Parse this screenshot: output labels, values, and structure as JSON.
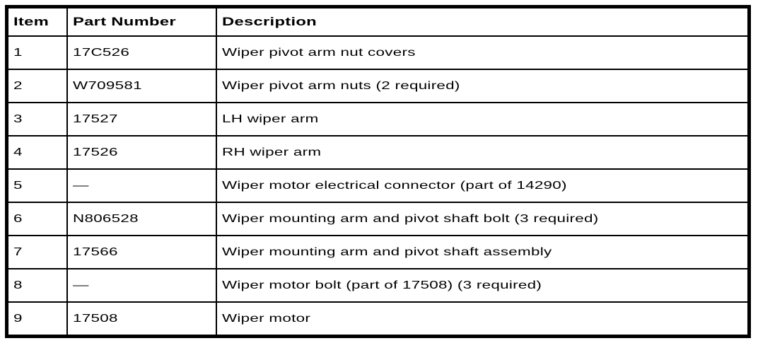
{
  "table": {
    "columns": [
      "Item",
      "Part Number",
      "Description"
    ],
    "rows": [
      {
        "item": "1",
        "part_number": "17C526",
        "description": "Wiper pivot arm nut covers"
      },
      {
        "item": "2",
        "part_number": "W709581",
        "description": "Wiper pivot arm nuts (2 required)"
      },
      {
        "item": "3",
        "part_number": "17527",
        "description": "LH wiper arm"
      },
      {
        "item": "4",
        "part_number": "17526",
        "description": "RH wiper arm"
      },
      {
        "item": "5",
        "part_number": "—",
        "description": "Wiper motor electrical connector (part of 14290)"
      },
      {
        "item": "6",
        "part_number": "N806528",
        "description": "Wiper mounting arm and pivot shaft bolt (3 required)"
      },
      {
        "item": "7",
        "part_number": "17566",
        "description": "Wiper mounting arm and pivot shaft assembly"
      },
      {
        "item": "8",
        "part_number": "—",
        "description": "Wiper motor bolt (part of 17508) (3 required)"
      },
      {
        "item": "9",
        "part_number": "17508",
        "description": "Wiper motor"
      }
    ],
    "colors": {
      "border": "#000000",
      "background": "#ffffff",
      "text": "#000000"
    }
  }
}
